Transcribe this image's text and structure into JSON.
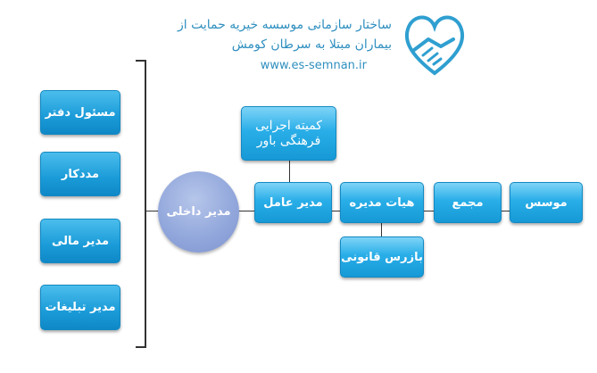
{
  "header": {
    "title_line1": "ساختار سازمانی موسسه خیریه حمایت از",
    "title_line2": "بیماران مبتلا به سرطان کومش",
    "website": "www.es-semnan.ir",
    "logo_icon": "heart-handshake-icon"
  },
  "colors": {
    "box_blue": "#1a9bd8",
    "circle_purple": "#93a8dc",
    "title_blue": "#2f8fbf"
  },
  "nodes": {
    "founder": "موسس",
    "assembly": "مجمع",
    "board": "هیات مدیره",
    "inspector": "بازرس قانونی",
    "ceo": "مدیر عامل",
    "committee_line1": "کمیته اجرایی",
    "committee_line2": "فرهنگی باور",
    "internal_manager": "مدیر داخلی",
    "office_manager": "مسئول دفتر",
    "social_worker": "مددکار",
    "finance_manager": "مدیر مالی",
    "publicity_manager": "مدیر تبلیغات"
  }
}
